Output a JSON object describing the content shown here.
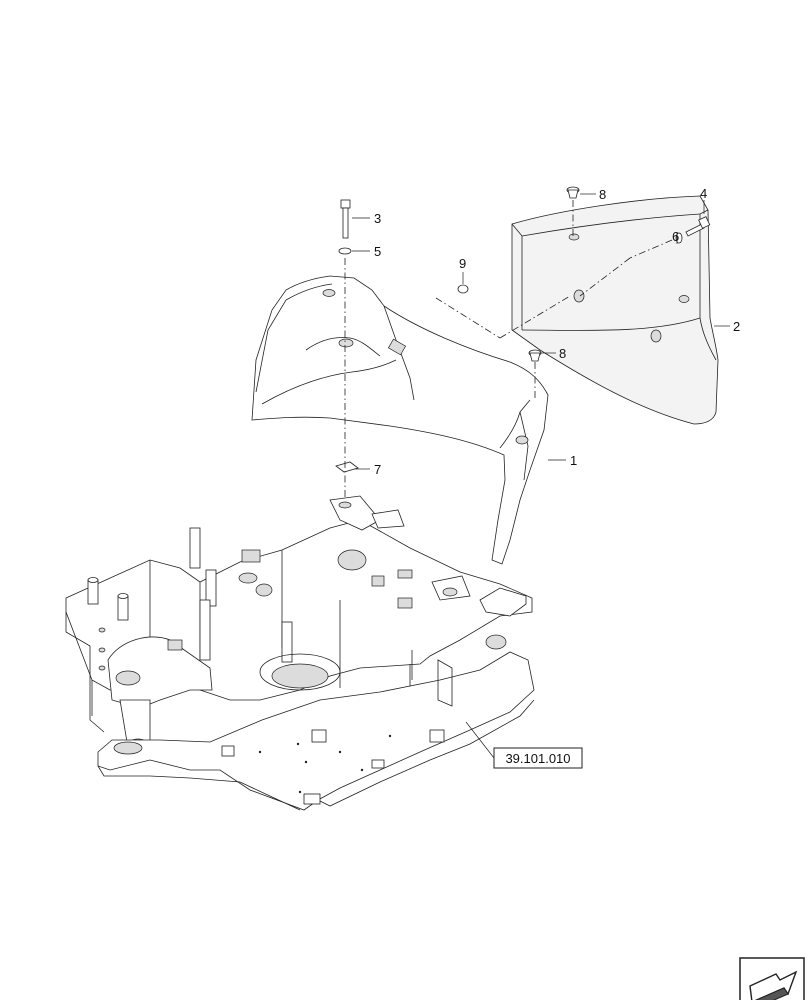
{
  "callouts": [
    {
      "id": "c1",
      "label": "1"
    },
    {
      "id": "c2",
      "label": "2"
    },
    {
      "id": "c3",
      "label": "3"
    },
    {
      "id": "c4",
      "label": "4"
    },
    {
      "id": "c5",
      "label": "5"
    },
    {
      "id": "c6",
      "label": "6"
    },
    {
      "id": "c7",
      "label": "7"
    },
    {
      "id": "c8a",
      "label": "8"
    },
    {
      "id": "c8b",
      "label": "8"
    },
    {
      "id": "c9",
      "label": "9"
    }
  ],
  "reference_box": {
    "label": "39.101.010"
  },
  "icons": {
    "nav": "next-page-arrow-icon"
  }
}
